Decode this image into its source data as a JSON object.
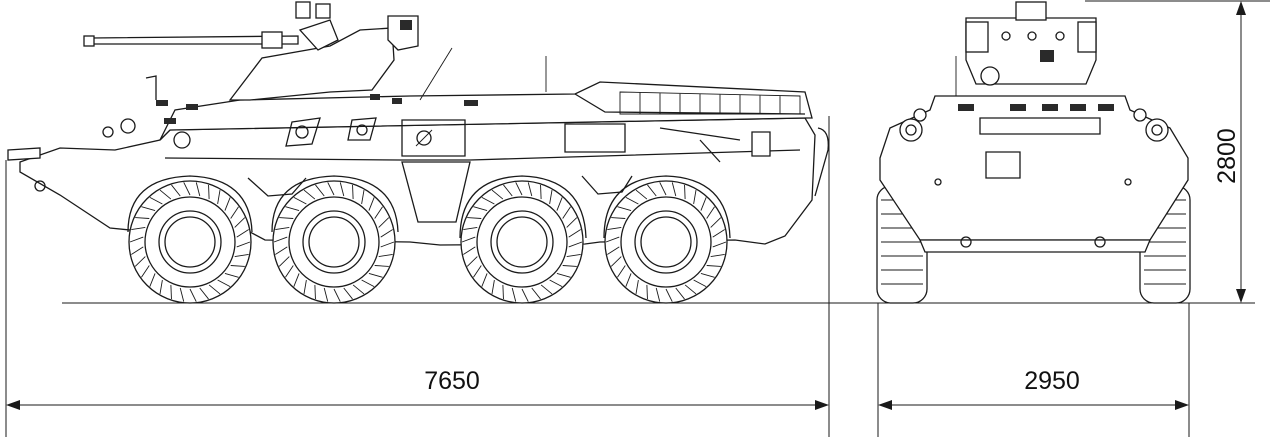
{
  "dimensions": {
    "overall_length": "7650",
    "overall_width": "2950",
    "overall_height": "2800"
  },
  "colors": {
    "line": "#1a1a1a",
    "background": "#ffffff"
  }
}
